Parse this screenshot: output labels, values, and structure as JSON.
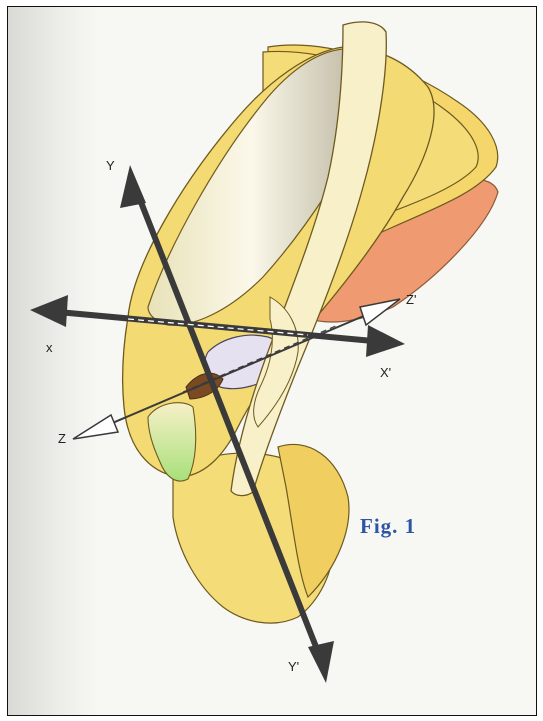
{
  "figure": {
    "caption": "Fig. 1",
    "caption_color": "#2d55a5"
  },
  "axes": {
    "y_top": "Y",
    "y_bottom": "Y'",
    "x_left": "x",
    "x_right": "X'",
    "z_left": "Z",
    "z_right": "Z'"
  },
  "colors": {
    "bone": "#f2d873",
    "bone_light": "#faf1b4",
    "ligament": "#f7f0c8",
    "muscle": "#ef9a70",
    "cartilage_green": "#a8e07a",
    "arrow_dark": "#3a3a3a"
  }
}
